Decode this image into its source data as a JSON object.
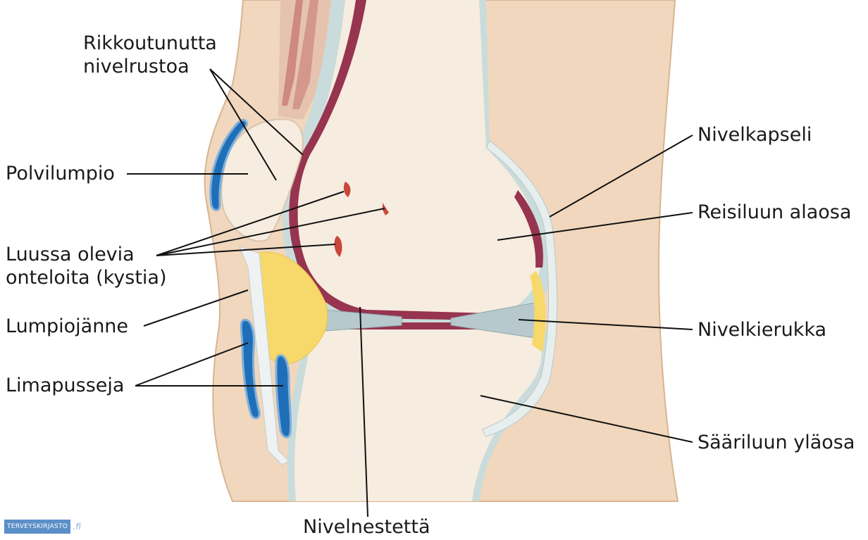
{
  "labels": {
    "damaged_cartilage": [
      "Rikkoutunutta",
      "nivelrustoa"
    ],
    "kneecap": "Polvilumpio",
    "cysts": [
      "Luussa olevia",
      "onteloita (kystia)"
    ],
    "patellar_tendon": "Lumpiojänne",
    "bursae": "Limapusseja",
    "joint_capsule": "Nivelkapseli",
    "femur_lower": "Reisiluun alaosa",
    "meniscus": "Nivelkierukka",
    "tibia_upper": "Sääriluun yläosa",
    "synovial_fluid": "Nivelnestettä"
  },
  "logo": {
    "name": "TERVEYSKIRJASTO",
    "tld": ".fi"
  },
  "colors": {
    "skin": "#f0d7bd",
    "skin_edge": "#d9b492",
    "bone": "#f6ecdf",
    "cartilage": "#c9dcdb",
    "synovium": "#97344f",
    "fat": "#f7d86a",
    "bursa": "#1f6fb8",
    "leader": "#111111"
  }
}
